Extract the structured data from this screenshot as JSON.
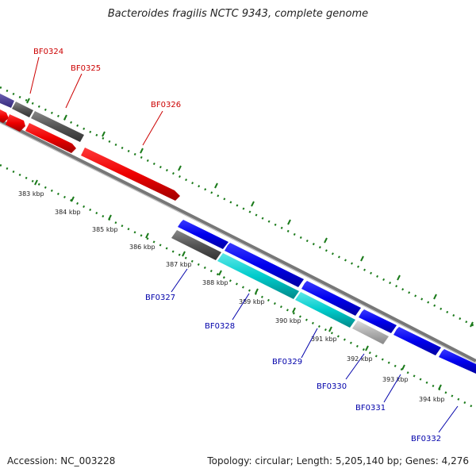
{
  "title": "Bacteroides fragilis NCTC 9343, complete genome",
  "footer": {
    "accession": "Accession: NC_003228",
    "summary": "Topology: circular; Length: 5,205,140 bp; Genes: 4,276"
  },
  "colors": {
    "forward_gene": "#0000ee",
    "reverse_gene": "#ee0000",
    "cyan_gene": "#00cccc",
    "grey_gene": "#555555",
    "light_grey_gene": "#b0b0b0",
    "ticks": "#1a7a1a",
    "forward_label": "#cc0000",
    "reverse_label": "#0000aa"
  },
  "kbp_labels": [
    "383 kbp",
    "384 kbp",
    "385 kbp",
    "386 kbp",
    "387 kbp",
    "388 kbp",
    "389 kbp",
    "390 kbp",
    "391 kbp",
    "392 kbp",
    "393 kbp",
    "394 kbp"
  ],
  "top_gene_labels": [
    "BF0324",
    "BF0325",
    "BF0326"
  ],
  "bottom_gene_labels": [
    "BF0327",
    "BF0328",
    "BF0329",
    "BF0330",
    "BF0331",
    "BF0332"
  ]
}
